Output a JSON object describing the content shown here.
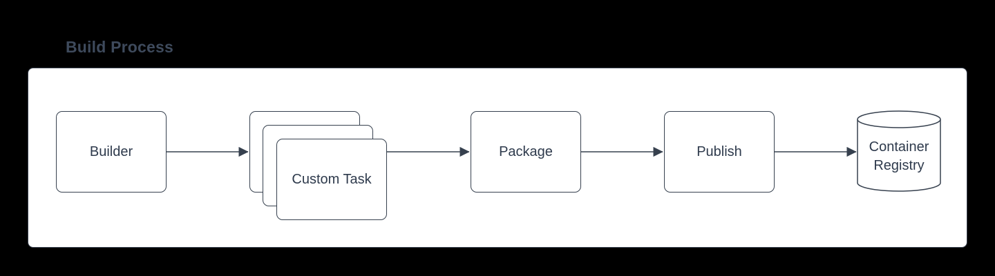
{
  "diagram": {
    "title": "Build Process",
    "colors": {
      "background": "#000000",
      "panel_fill": "#ffffff",
      "panel_border": "#3d4654",
      "shape_stroke": "#36404e",
      "shape_text": "#2e3a4c",
      "title_text": "#3e4a5c"
    },
    "nodes": [
      {
        "id": "builder",
        "label": "Builder",
        "shape": "rounded-rectangle"
      },
      {
        "id": "custom-task",
        "label": "Custom Task",
        "shape": "stacked-rounded-rectangle",
        "copies": 3
      },
      {
        "id": "package",
        "label": "Package",
        "shape": "rounded-rectangle"
      },
      {
        "id": "publish",
        "label": "Publish",
        "shape": "rounded-rectangle"
      },
      {
        "id": "container-registry",
        "label": "Container Registry",
        "shape": "cylinder"
      }
    ],
    "edges": [
      {
        "from": "builder",
        "to": "custom-task"
      },
      {
        "from": "custom-task",
        "to": "package"
      },
      {
        "from": "package",
        "to": "publish"
      },
      {
        "from": "publish",
        "to": "container-registry"
      }
    ]
  }
}
